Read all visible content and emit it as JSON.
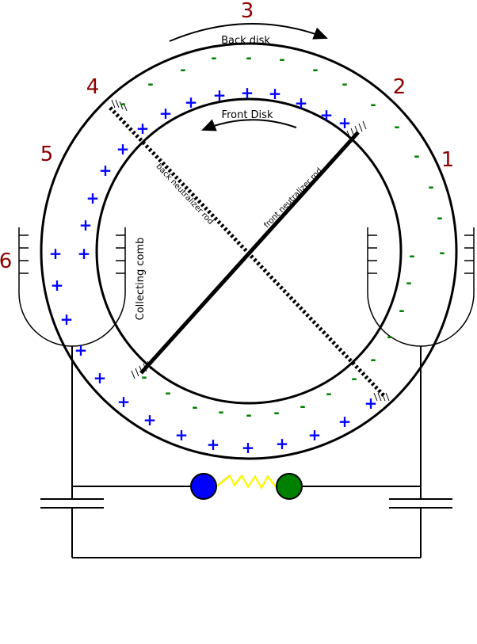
{
  "labels": {
    "back_disk": "Back disk",
    "front_disk": "Front Disk",
    "back_rod": "back neutralizer rod",
    "front_rod": "front neutralizer rod",
    "comb": "Collecting comb"
  },
  "numbers": {
    "n1": "1",
    "n2": "2",
    "n3": "3",
    "n4": "4",
    "n5": "5",
    "n6": "6"
  },
  "symbols": {
    "plus": "+",
    "minus": "-"
  },
  "colors": {
    "number": "#8b0000",
    "plus": "#0000ff",
    "minus": "#008000",
    "spark": "#ffff00",
    "blue_ball": "#0000ff",
    "green_ball": "#008000"
  }
}
